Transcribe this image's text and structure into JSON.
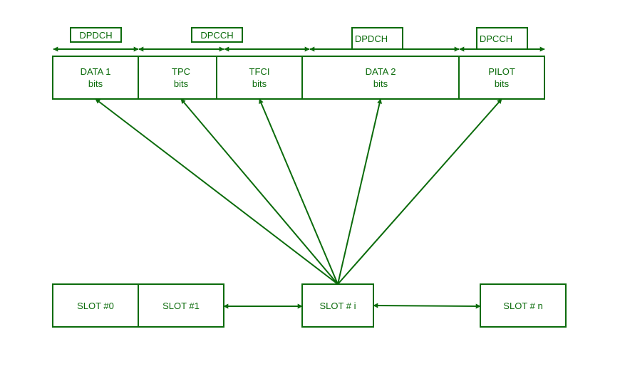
{
  "colors": {
    "stroke": "#0b6b0b",
    "text": "#0b6b0b",
    "background": "#ffffff"
  },
  "channels": {
    "dpdch_1": "DPDCH",
    "dpcch_1": "DPCCH",
    "dpdch_2": "DPDCH",
    "dpcch_2": "DPCCH"
  },
  "fields": [
    {
      "line1": "DATA 1",
      "line2": "bits"
    },
    {
      "line1": "TPC",
      "line2": "bits"
    },
    {
      "line1": "TFCI",
      "line2": "bits"
    },
    {
      "line1": "DATA 2",
      "line2": "bits"
    },
    {
      "line1": "PILOT",
      "line2": "bits"
    }
  ],
  "slots": [
    "SLOT #0",
    "SLOT #1",
    "SLOT # i",
    "SLOT # n"
  ]
}
